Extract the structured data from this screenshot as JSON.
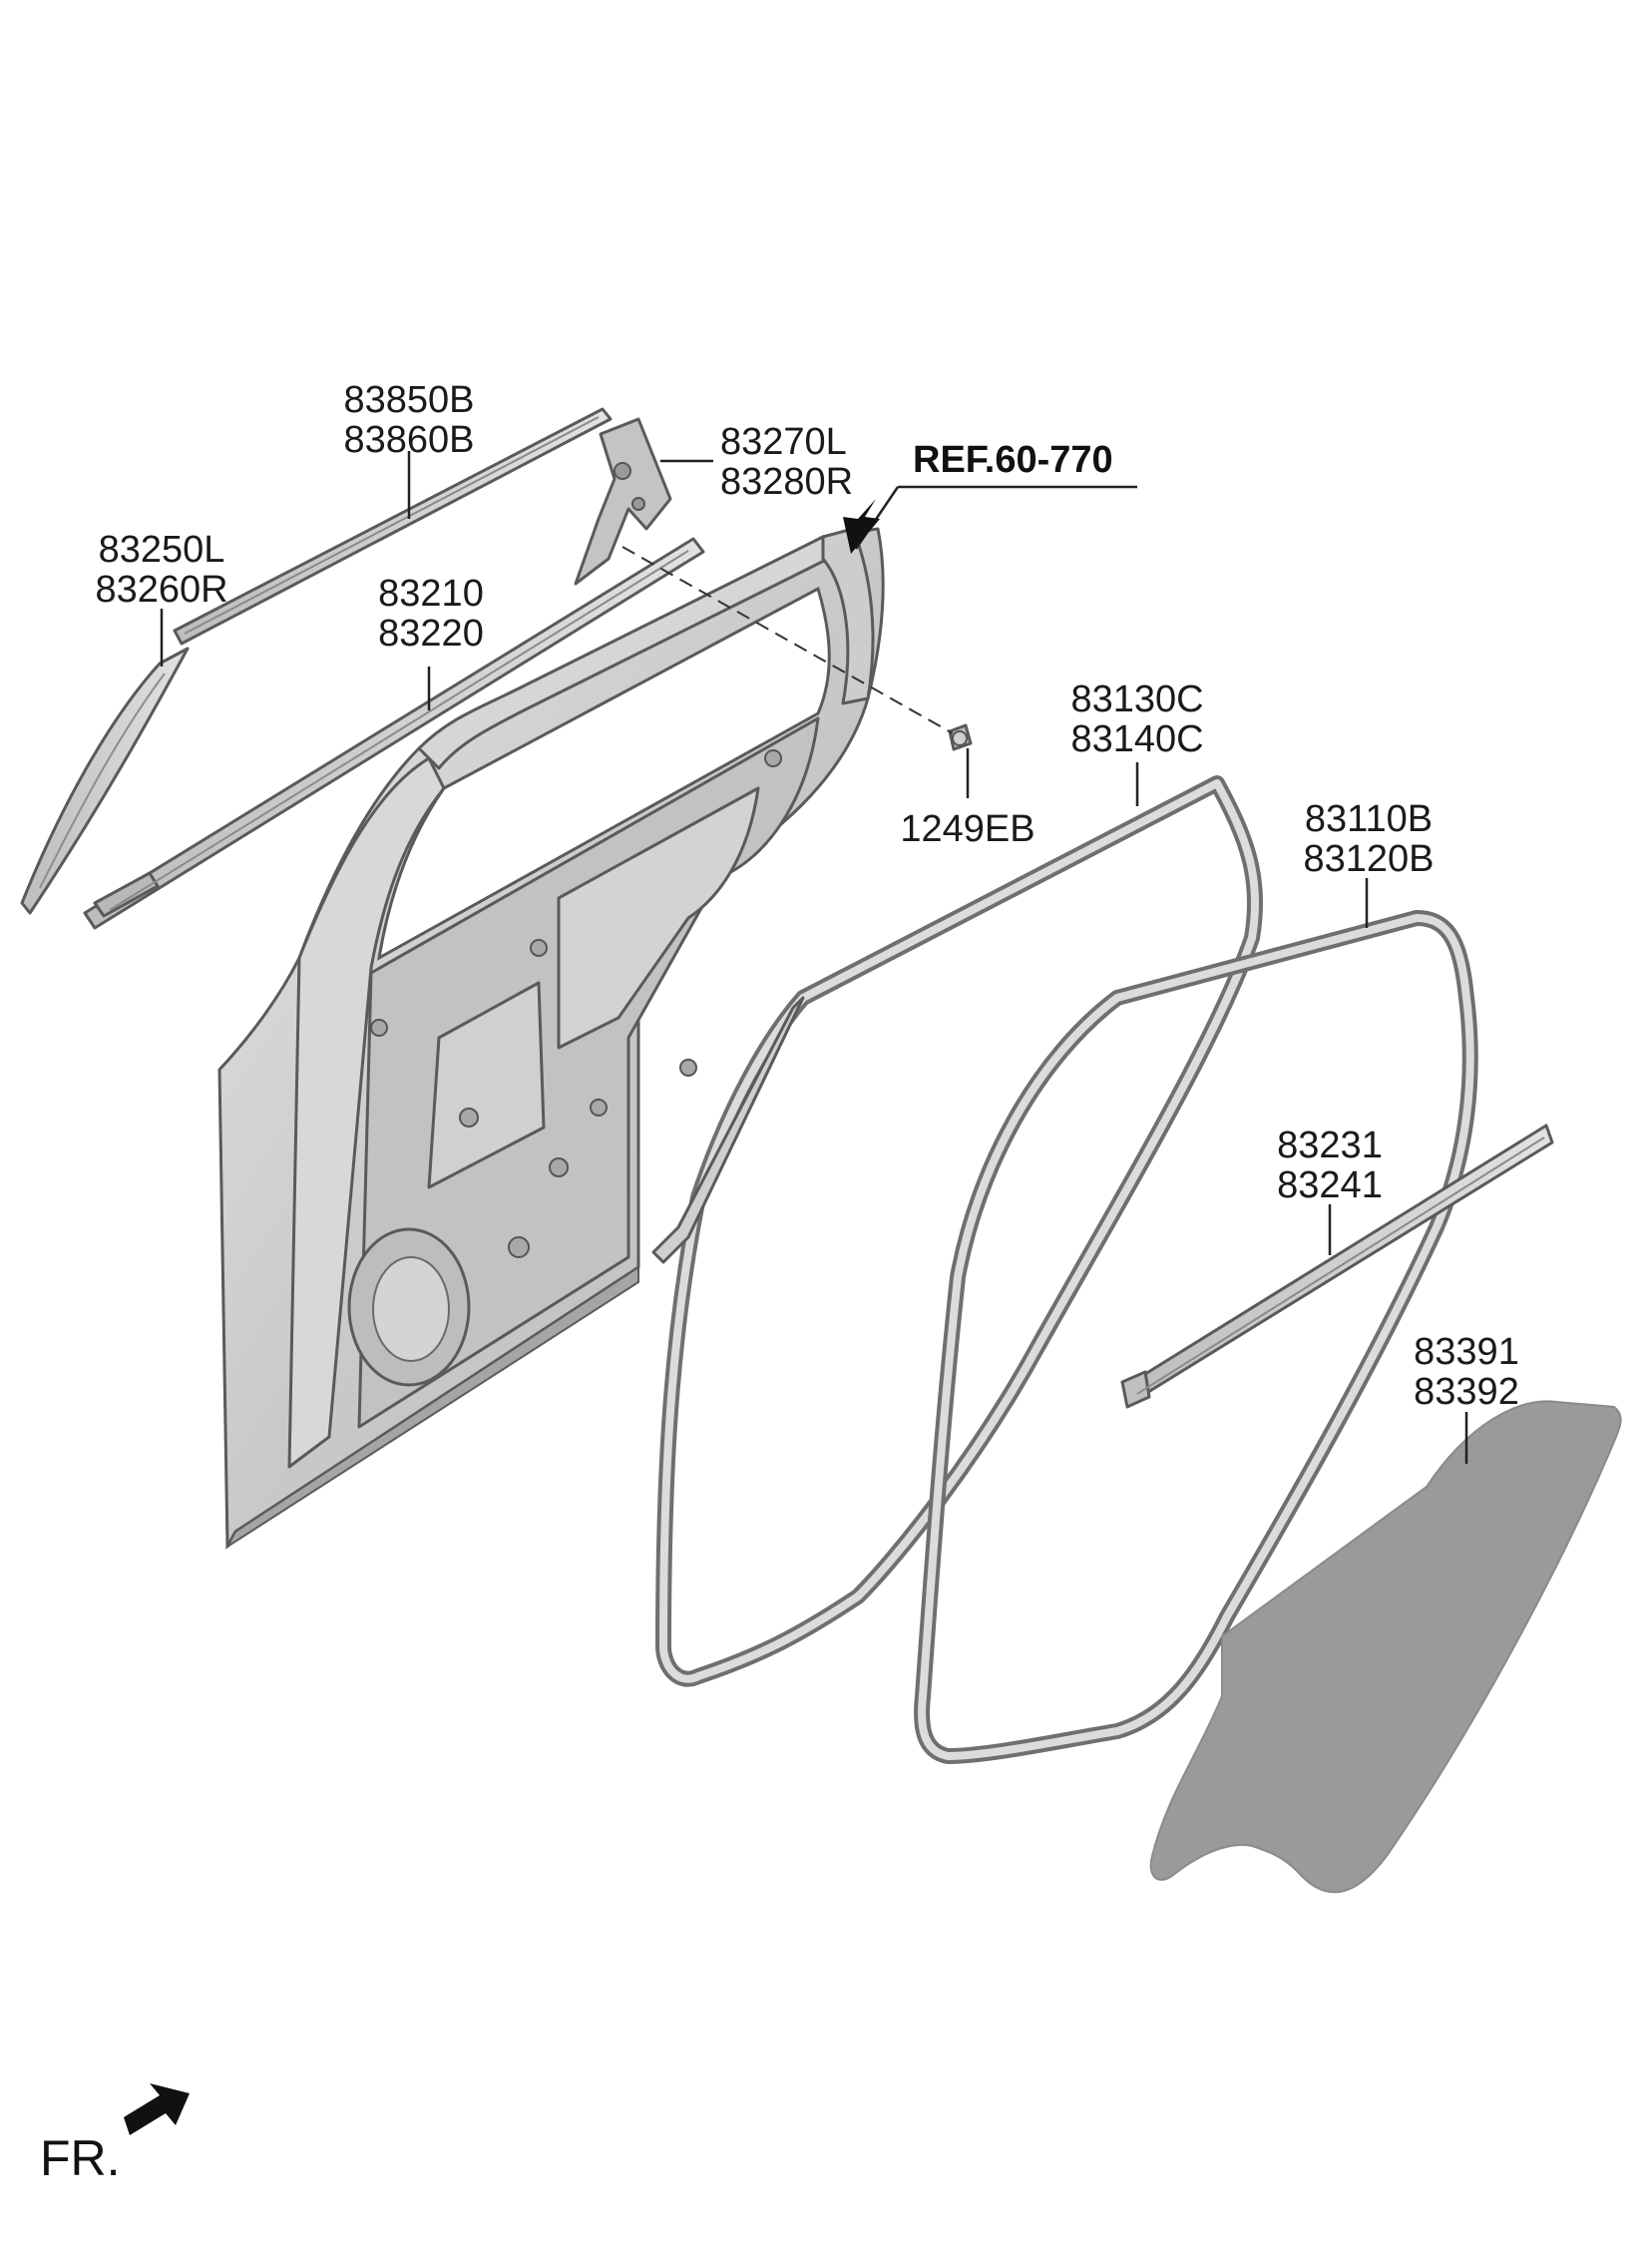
{
  "colors": {
    "part_fill": "#cfcfcf",
    "part_stroke": "#5a5a5a",
    "glass_fill": "#9a9a9a",
    "seal_dark": "#6f6f6f",
    "seal_light": "#dcdcdc",
    "text": "#1a1a1a"
  },
  "callouts": {
    "belt_outer": {
      "line1": "83850B",
      "line2": "83860B"
    },
    "frame_mould": {
      "line1": "83250L",
      "line2": "83260R"
    },
    "belt_inner": {
      "line1": "83210",
      "line2": "83220"
    },
    "delta_garnish": {
      "line1": "83270L",
      "line2": "83280R"
    },
    "reference": {
      "text": "REF.60-770"
    },
    "bolt": {
      "text": "1249EB"
    },
    "door_seal": {
      "line1": "83130C",
      "line2": "83140C"
    },
    "body_seal": {
      "line1": "83110B",
      "line2": "83120B"
    },
    "lower_seal": {
      "line1": "83231",
      "line2": "83241"
    },
    "glass": {
      "line1": "83391",
      "line2": "83392"
    }
  },
  "direction": {
    "text": "FR.",
    "icon": "front-direction-arrow-icon"
  }
}
